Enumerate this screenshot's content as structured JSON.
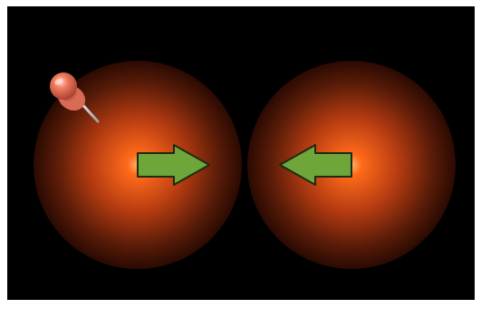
{
  "diagram": {
    "background_color": "#000000",
    "frame_color": "#ffffff",
    "spheres": [
      {
        "id": "left",
        "glow_color": "#ff6a1a",
        "arrow_direction": "right"
      },
      {
        "id": "right",
        "glow_color": "#ff6a1a",
        "arrow_direction": "left"
      }
    ],
    "arrow_fill_color": "#6ea63a",
    "arrow_stroke_color": "#1d2a12",
    "pin": {
      "icon": "pushpin-icon",
      "head_color": "#f07a5d"
    }
  }
}
